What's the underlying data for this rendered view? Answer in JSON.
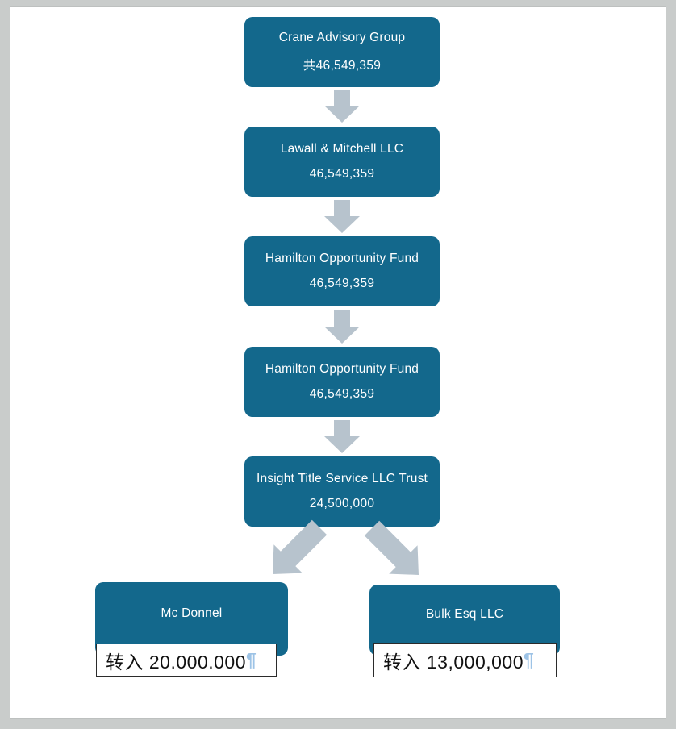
{
  "colors": {
    "background": "#C9CCCB",
    "page": "#FFFFFF",
    "page_border": "#BDC0BF",
    "node_fill": "#13688C",
    "node_text": "#FFFFFF",
    "arrow_fill": "#B7C3CD",
    "label_border": "#2B2B2B",
    "label_text": "#111111",
    "pilcrow": "#9DC3E6"
  },
  "flowchart": {
    "nodes": [
      {
        "name": "Crane Advisory Group",
        "amount": "共46,549,359"
      },
      {
        "name": "Lawall & Mitchell LLC",
        "amount": "46,549,359"
      },
      {
        "name": "Hamilton Opportunity Fund",
        "amount": "46,549,359"
      },
      {
        "name": "Hamilton Opportunity Fund",
        "amount": "46,549,359"
      },
      {
        "name": "Insight Title Service LLC Trust",
        "amount": "24,500,000"
      },
      {
        "name": "Mc Donnel",
        "amount": ""
      },
      {
        "name": "Bulk Esq LLC",
        "amount": ""
      }
    ],
    "transfers": [
      {
        "text": "转入 20.000.000",
        "pilcrow": "¶"
      },
      {
        "text": "转入 13,000,000",
        "pilcrow": "¶"
      }
    ]
  }
}
